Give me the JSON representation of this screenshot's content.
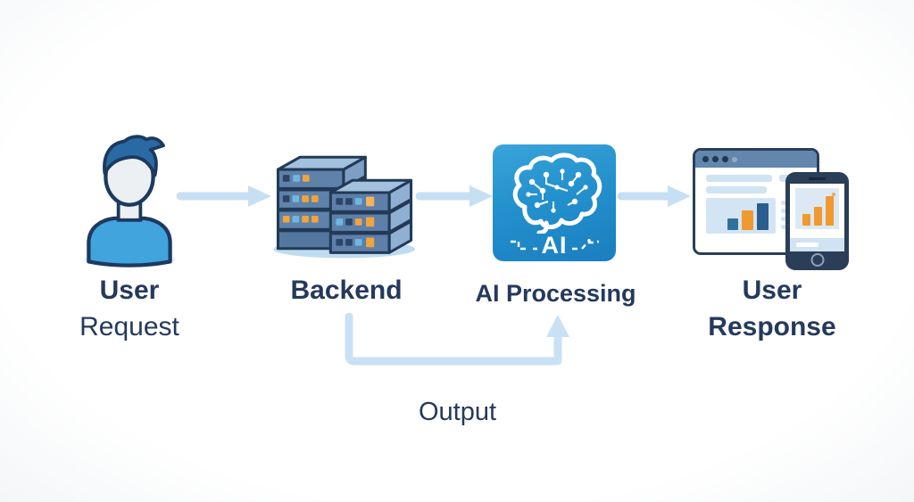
{
  "flow": {
    "nodes": [
      {
        "name": "user-request",
        "line1": "User",
        "line2": "Request",
        "icon": "person-icon"
      },
      {
        "name": "backend",
        "line1": "Backend",
        "icon": "server-stack-icon"
      },
      {
        "name": "ai-processing",
        "line1": "AI Processing",
        "icon": "ai-brain-chip-icon"
      },
      {
        "name": "user-response",
        "line1": "User",
        "line2": "Response",
        "icon": "browser-and-phone-icon"
      }
    ],
    "ai_badge": "AI",
    "feedback_edge_label": "Output",
    "edge_icons": [
      "arrow-right-icon",
      "arrow-right-icon",
      "arrow-right-icon",
      "u-turn-up-arrow-icon"
    ]
  },
  "colors": {
    "label_navy": "#24395c",
    "arrow_light_blue": "#c7dff3",
    "ai_box_blue_top": "#3aa3da",
    "ai_box_blue_bottom": "#1b7ec0",
    "accent_orange": "#f0a43c",
    "server_front_blue": "#5f82ab",
    "server_top_blue": "#a3c0dd",
    "shirt_blue": "#41a4dd",
    "outline_navy": "#223a57",
    "shadow_blue": "#bedcf1"
  }
}
